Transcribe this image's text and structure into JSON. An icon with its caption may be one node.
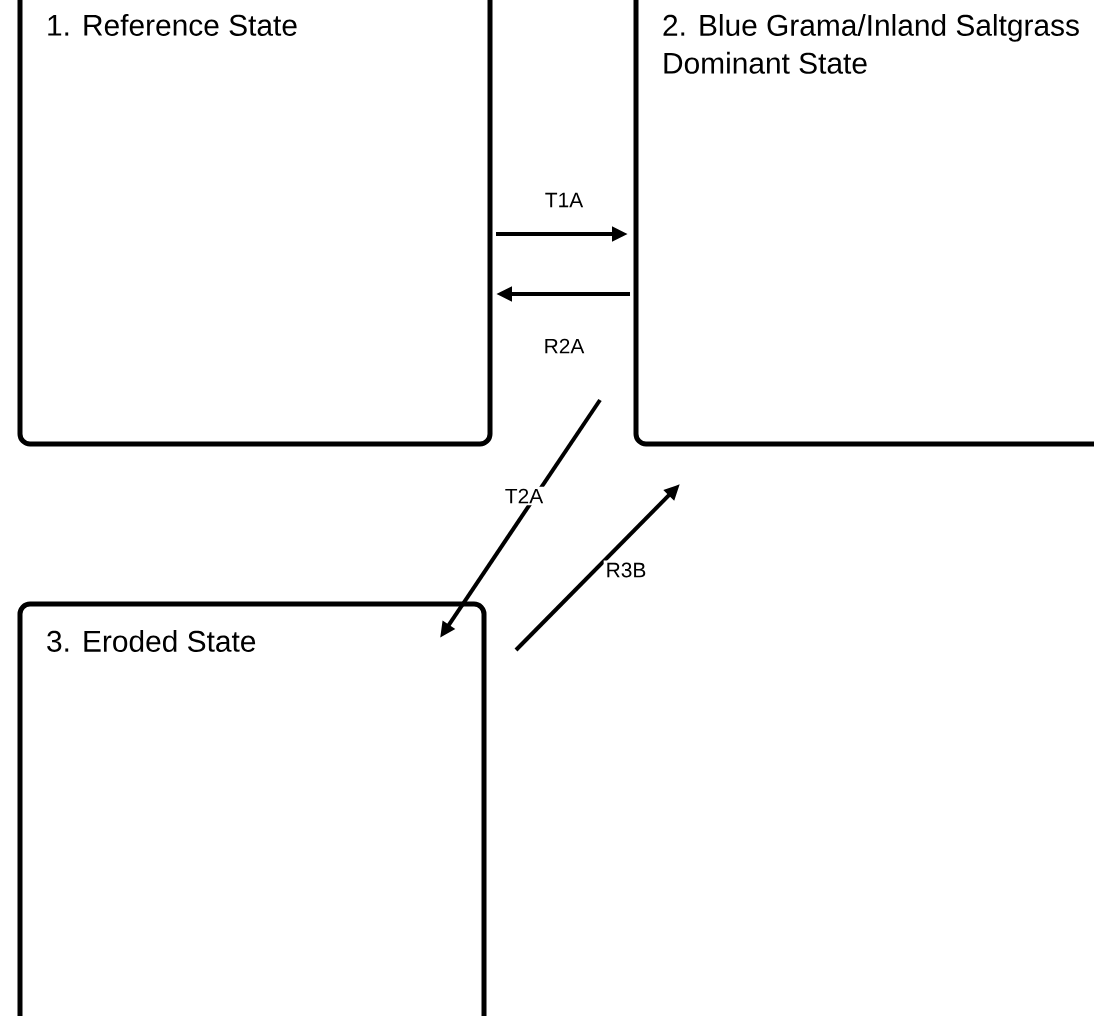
{
  "diagram": {
    "nodes": [
      {
        "text": [
          "1. Reference State"
        ]
      },
      {
        "text": [
          "2. Blue Grama/Inland Saltgrass Dominant State"
        ]
      },
      {
        "text": [
          "3. Eroded State"
        ]
      }
    ],
    "edges": [
      {
        "from": 0,
        "to": 1,
        "arrow": "to",
        "label": "T1A"
      },
      {
        "from": 1,
        "to": 0,
        "arrow": "to",
        "label": "R2A"
      },
      {
        "from": 1,
        "to": 2,
        "arrow": "to",
        "label": "T2A"
      },
      {
        "from": 2,
        "to": 1,
        "arrow": "to",
        "label": "R3B"
      }
    ]
  }
}
